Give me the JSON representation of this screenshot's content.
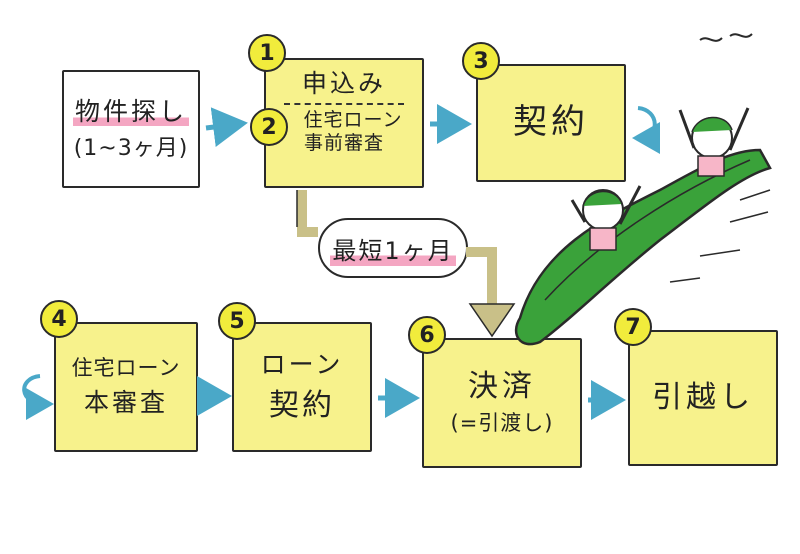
{
  "steps": {
    "search": {
      "line1": "物件探し",
      "line2": "(1~3ヶ月)"
    },
    "s1": {
      "num": "1",
      "label": "申込み"
    },
    "s2": {
      "num": "2",
      "line1": "住宅ローン",
      "line2": "事前審査"
    },
    "s3": {
      "num": "3",
      "label": "契約"
    },
    "s4": {
      "num": "4",
      "line1": "住宅ローン",
      "line2": "本審査"
    },
    "s5": {
      "num": "5",
      "line1": "ローン",
      "line2": "契約"
    },
    "s6": {
      "num": "6",
      "line1": "決済",
      "line2": "(=引渡し)"
    },
    "s7": {
      "num": "7",
      "label": "引越し"
    }
  },
  "bubble": {
    "label": "最短1ヶ月"
  },
  "colors": {
    "box_fill": "#f7f28c",
    "number_fill": "#f1ec3c",
    "arrow": "#4aa8c8",
    "highlight": "#f4a6c2",
    "slide": "#3aa23a",
    "tan_arrow": "#c9c088"
  },
  "illustration": {
    "subject": "two people riding a green slide",
    "icon": "slide-illustration"
  }
}
